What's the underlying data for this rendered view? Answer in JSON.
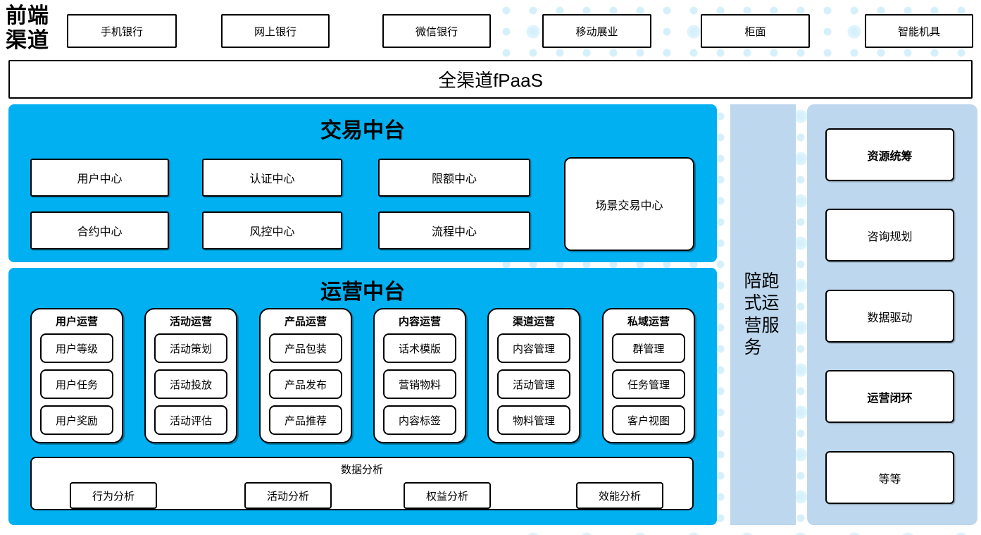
{
  "header": {
    "label": "前端渠道"
  },
  "channels": [
    "手机银行",
    "网上银行",
    "微信银行",
    "移动展业",
    "柜面",
    "智能机具"
  ],
  "fpaas": {
    "label": "全渠道fPaaS"
  },
  "transaction": {
    "title": "交易中台",
    "row1": [
      "用户中心",
      "认证中心",
      "限额中心"
    ],
    "row2": [
      "合约中心",
      "风控中心",
      "流程中心"
    ],
    "scene_box": "场景交易中心"
  },
  "operations": {
    "title": "运营中台",
    "columns": [
      {
        "title": "用户运营",
        "items": [
          "用户等级",
          "用户任务",
          "用户奖励"
        ]
      },
      {
        "title": "活动运营",
        "items": [
          "活动策划",
          "活动投放",
          "活动评估"
        ]
      },
      {
        "title": "产品运营",
        "items": [
          "产品包装",
          "产品发布",
          "产品推荐"
        ]
      },
      {
        "title": "内容运营",
        "items": [
          "话术模版",
          "营销物料",
          "内容标签"
        ]
      },
      {
        "title": "渠道运营",
        "items": [
          "内容管理",
          "活动管理",
          "物料管理"
        ]
      },
      {
        "title": "私域运营",
        "items": [
          "群管理",
          "任务管理",
          "客户视图"
        ]
      }
    ],
    "analysis": {
      "title": "数据分析",
      "items": [
        "行为分析",
        "活动分析",
        "权益分析",
        "效能分析"
      ]
    }
  },
  "sidebar": {
    "label": "陪跑式运营服务"
  },
  "right_panel": {
    "items": [
      "资源统筹",
      "咨询规划",
      "数据驱动",
      "运营闭环",
      "等等"
    ]
  },
  "colors": {
    "primary_blue": "#00B0F0",
    "light_blue": "#BDD7EE",
    "dot_blue": "#D6F0FB",
    "border": "#000000"
  }
}
